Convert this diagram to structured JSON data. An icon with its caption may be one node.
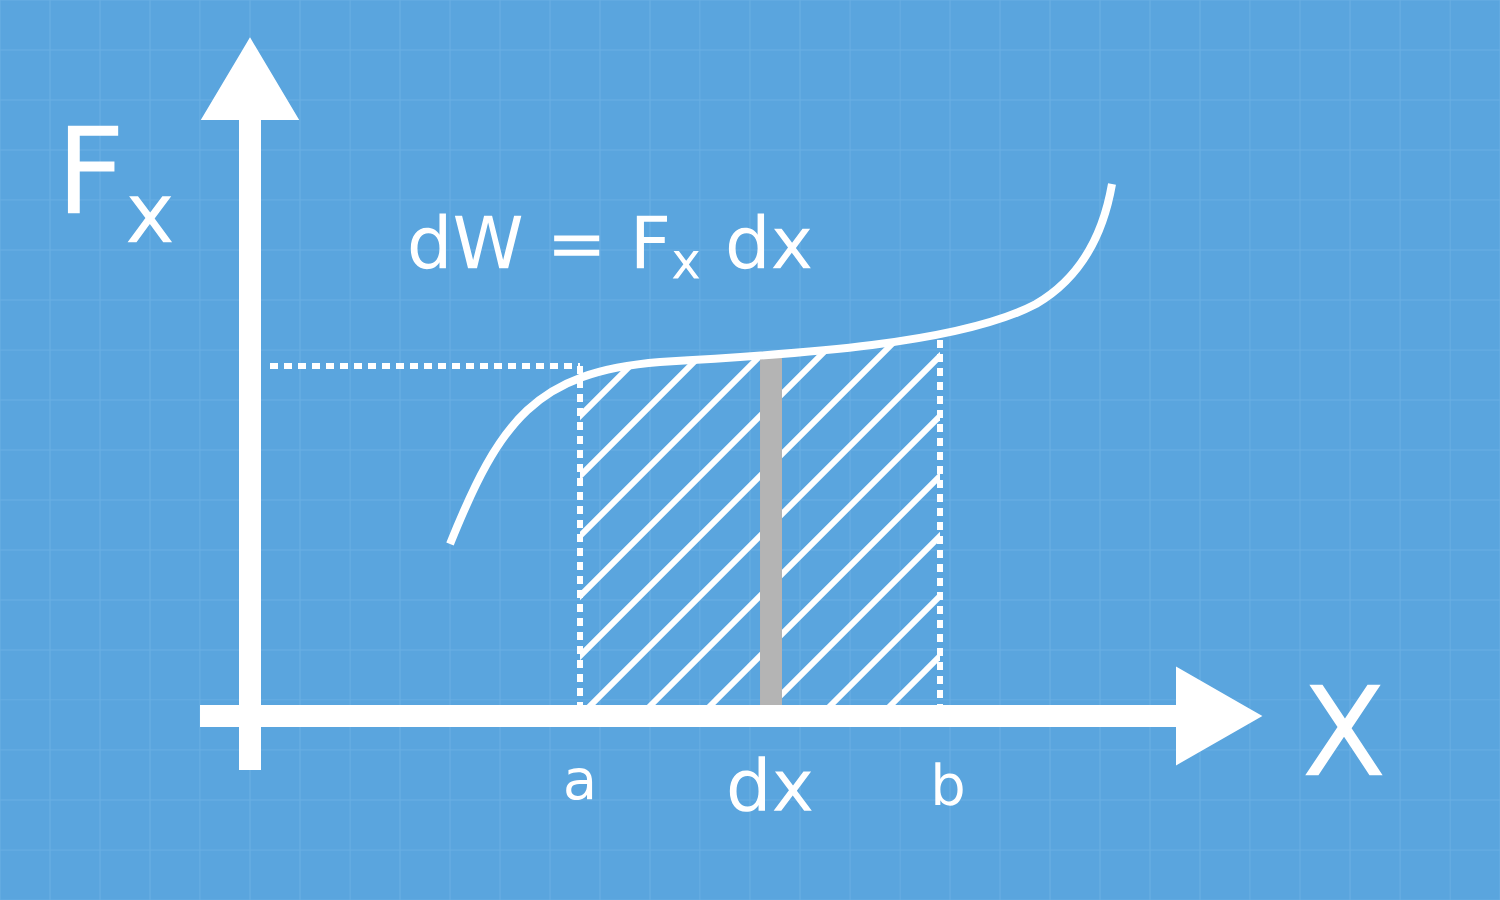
{
  "diagram": {
    "labels": [
      "F$_{x}$",
      "dW = F$_{x}$ dx",
      "X",
      "a",
      "dx",
      "b"
    ]
  }
}
